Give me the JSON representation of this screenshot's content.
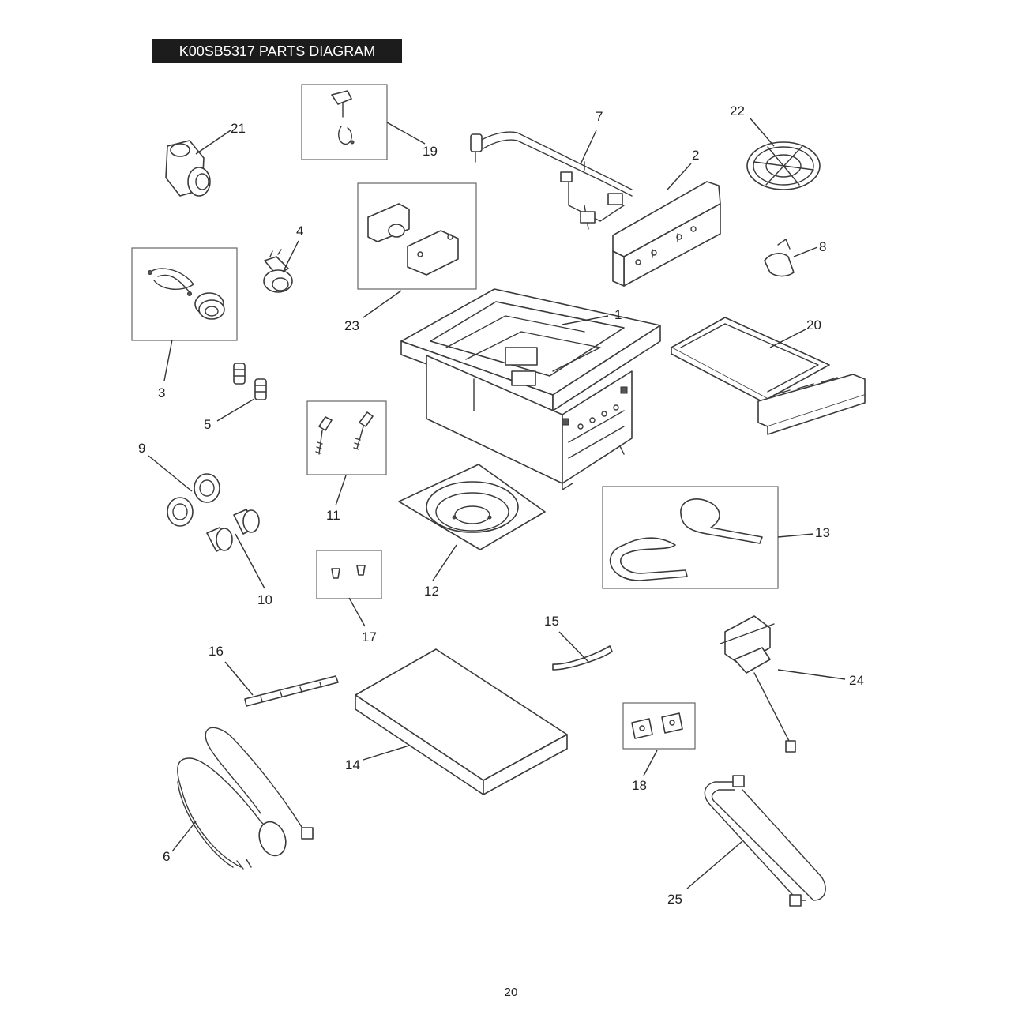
{
  "title": "K00SB5317 PARTS DIAGRAM",
  "page_number": "20",
  "callouts": {
    "p1": "1",
    "p2": "2",
    "p3": "3",
    "p4": "4",
    "p5": "5",
    "p6": "6",
    "p7": "7",
    "p8": "8",
    "p9": "9",
    "p10": "10",
    "p11": "11",
    "p12": "12",
    "p13": "13",
    "p14": "14",
    "p15": "15",
    "p16": "16",
    "p17": "17",
    "p18": "18",
    "p19": "19",
    "p20": "20",
    "p21": "21",
    "p22": "22",
    "p23": "23",
    "p24": "24",
    "p25": "25"
  }
}
